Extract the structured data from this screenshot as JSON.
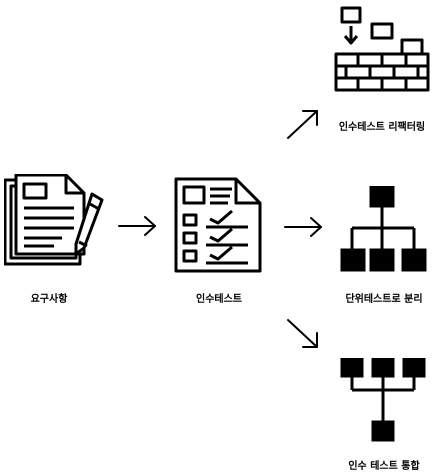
{
  "nodes": {
    "requirements": {
      "label": "요구사항",
      "icon": "document-pen-icon"
    },
    "acceptance_test": {
      "label": "인수테스트",
      "icon": "checklist-icon"
    },
    "refactoring": {
      "label": "인수테스트 리팩터링",
      "icon": "brick-wall-icon"
    },
    "unit_split": {
      "label": "단위테스트로 분리",
      "icon": "tree-split-icon"
    },
    "integration": {
      "label": "인수 테스트 통합",
      "icon": "tree-merge-icon"
    }
  },
  "edges": [
    {
      "from": "requirements",
      "to": "acceptance_test"
    },
    {
      "from": "acceptance_test",
      "to": "refactoring"
    },
    {
      "from": "acceptance_test",
      "to": "unit_split"
    },
    {
      "from": "acceptance_test",
      "to": "integration"
    }
  ],
  "colors": {
    "stroke": "#000000",
    "background": "#ffffff"
  }
}
